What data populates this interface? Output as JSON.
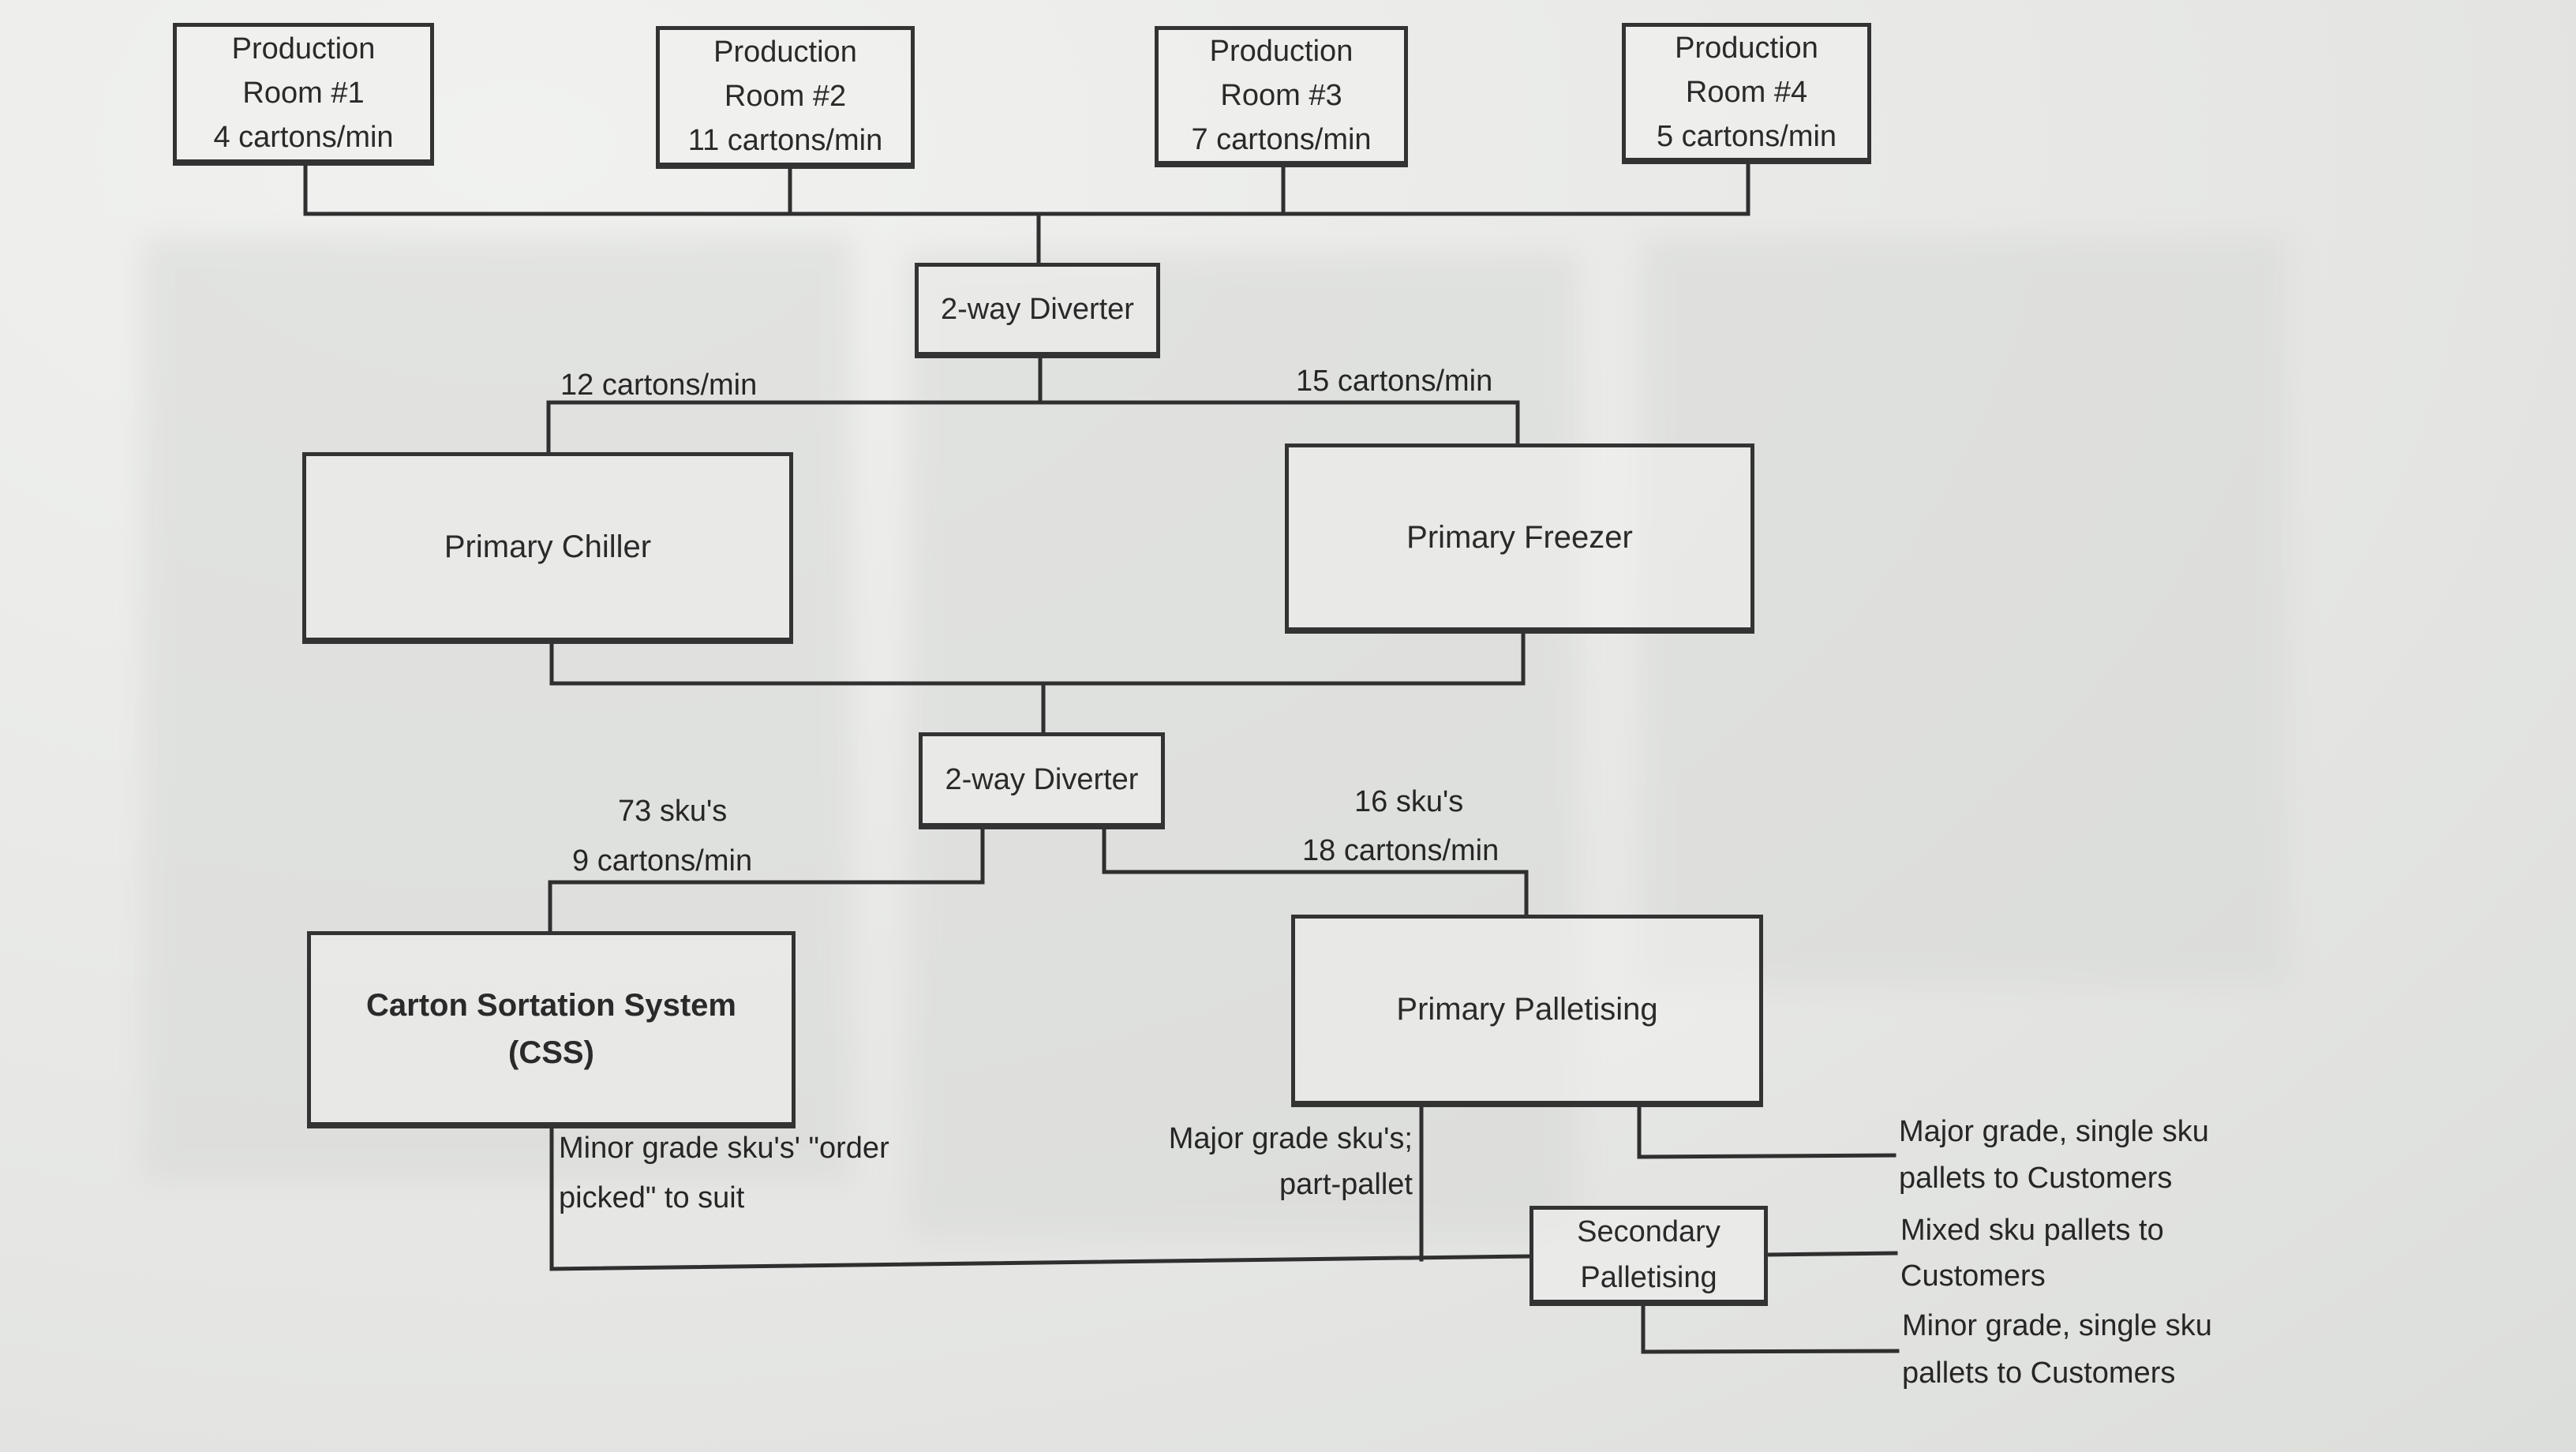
{
  "production_rooms": [
    {
      "line1": "Production",
      "line2": "Room #1",
      "rate": "4 cartons/min"
    },
    {
      "line1": "Production",
      "line2": "Room #2",
      "rate": "11 cartons/min"
    },
    {
      "line1": "Production",
      "line2": "Room #3",
      "rate": "7 cartons/min"
    },
    {
      "line1": "Production",
      "line2": "Room #4",
      "rate": "5 cartons/min"
    }
  ],
  "diverter_1": {
    "label": "2-way Diverter"
  },
  "flow_labels_1": {
    "to_chiller": "12 cartons/min",
    "to_freezer": "15 cartons/min"
  },
  "primary_chiller": {
    "label": "Primary Chiller"
  },
  "primary_freezer": {
    "label": "Primary Freezer"
  },
  "diverter_2": {
    "label": "2-way Diverter"
  },
  "flow_labels_2": {
    "to_css": {
      "skus": "73 sku's",
      "rate": "9 cartons/min"
    },
    "to_palletising": {
      "skus": "16 sku's",
      "rate": "18 cartons/min"
    }
  },
  "css": {
    "line1": "Carton Sortation System",
    "line2": "(CSS)"
  },
  "primary_palletising": {
    "label": "Primary Palletising"
  },
  "css_output_label": {
    "line1": "Minor grade sku's' \"order",
    "line2": "picked\" to suit"
  },
  "part_pallet_label": {
    "line1": "Major grade sku's;",
    "line2": "part-pallet"
  },
  "secondary_palletising": {
    "line1": "Secondary",
    "line2": "Palletising"
  },
  "outputs": [
    {
      "line1": "Major grade, single sku",
      "line2": "pallets to Customers"
    },
    {
      "line1": "Mixed sku pallets to",
      "line2": "Customers"
    },
    {
      "line1": "Minor grade, single sku",
      "line2": "pallets to Customers"
    }
  ]
}
